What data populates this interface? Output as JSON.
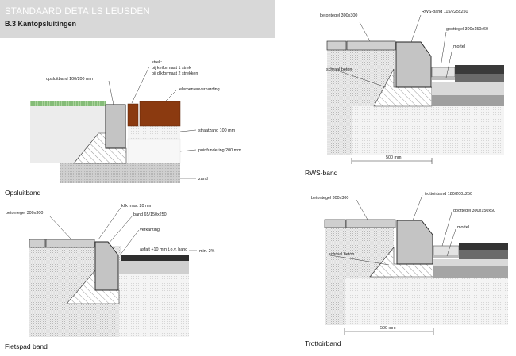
{
  "header": {
    "title": "STANDAARD DETAILS LEUSDEN",
    "subtitle": "B.3 Kantopsluitingen"
  },
  "opsluitband": {
    "caption": "Opsluitband",
    "labels": {
      "band": "opsluitband 100/200 mm",
      "strek1": "strek:",
      "strek2": "bij keiformaat 1 strek",
      "strek3": "bij dikformaat 2 strekken",
      "verharding": "elementenverharding",
      "straatzand": "straatzand 100 mm",
      "puin": "puinfundering 200 mm",
      "zand": "zand"
    }
  },
  "rws": {
    "caption": "RWS-band",
    "labels": {
      "tegel": "betontegel 300x300",
      "band": "RWS-band 115/225x250",
      "goot": "goottegel 300x150x60",
      "mortel": "mortel",
      "beton": "schraal beton",
      "maat": "500 mm"
    }
  },
  "fietspad": {
    "caption": "Fietspad band",
    "labels": {
      "tegel": "betontegel 300x300",
      "klik": "klik max. 20 mm",
      "band": "band 65/150x250",
      "verkanting": "verkanting",
      "asfalt": "asfalt +10 mm t.o.v. band",
      "min": "min. 2%"
    }
  },
  "trottoir": {
    "caption": "Trottoirband",
    "labels": {
      "tegel": "betontegel 300x300",
      "band": "trottoirband 180/200x250",
      "goot": "goottegel 300x150x60",
      "mortel": "mortel",
      "beton": "schraal beton",
      "maat": "500 mm"
    }
  }
}
